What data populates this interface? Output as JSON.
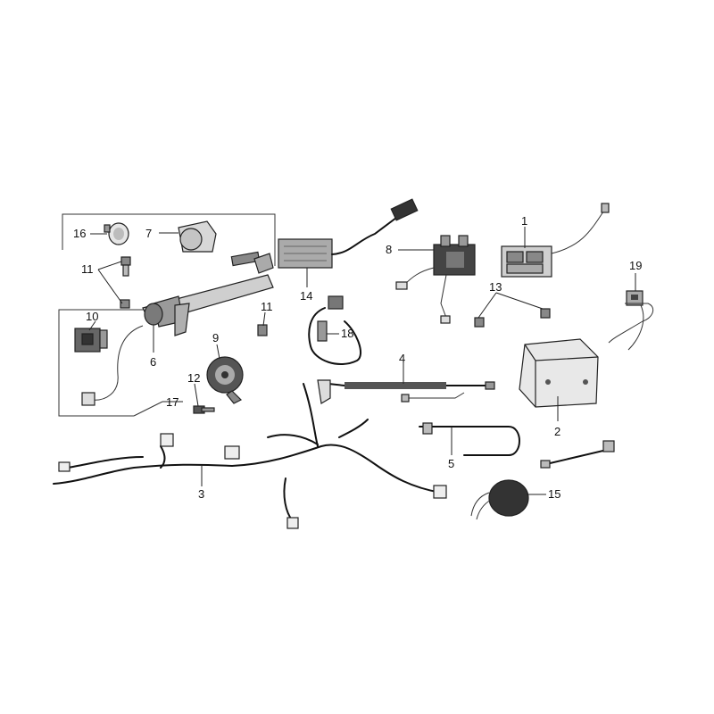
{
  "callouts": {
    "c1": "1",
    "c2": "2",
    "c3": "3",
    "c4": "4",
    "c5": "5",
    "c6": "6",
    "c7": "7",
    "c8": "8",
    "c9": "9",
    "c10": "10",
    "c11a": "11",
    "c11b": "11",
    "c12": "12",
    "c13": "13",
    "c14": "14",
    "c15": "15",
    "c16": "16",
    "c17": "17",
    "c18": "18",
    "c19": "19"
  },
  "parts": [
    {
      "ref": "1",
      "icon": "relay-icon"
    },
    {
      "ref": "2",
      "icon": "battery-box-icon"
    },
    {
      "ref": "3",
      "icon": "wiring-harness-icon"
    },
    {
      "ref": "4",
      "icon": "battery-cable-icon"
    },
    {
      "ref": "5",
      "icon": "ground-cable-icon"
    },
    {
      "ref": "6",
      "icon": "ignition-switch-assembly-icon"
    },
    {
      "ref": "7",
      "icon": "cap-icon"
    },
    {
      "ref": "8",
      "icon": "starter-relay-icon"
    },
    {
      "ref": "9",
      "icon": "horn-icon"
    },
    {
      "ref": "10",
      "icon": "switch-icon"
    },
    {
      "ref": "11",
      "icon": "bolt-icon"
    },
    {
      "ref": "12",
      "icon": "bolt-icon"
    },
    {
      "ref": "13",
      "icon": "bolt-icon"
    },
    {
      "ref": "14",
      "icon": "regulator-rectifier-icon"
    },
    {
      "ref": "15",
      "icon": "flasher-relay-icon"
    },
    {
      "ref": "16",
      "icon": "cap-icon"
    },
    {
      "ref": "17",
      "icon": "switch-assembly-icon"
    },
    {
      "ref": "18",
      "icon": "cable-icon"
    },
    {
      "ref": "19",
      "icon": "sensor-icon"
    }
  ]
}
